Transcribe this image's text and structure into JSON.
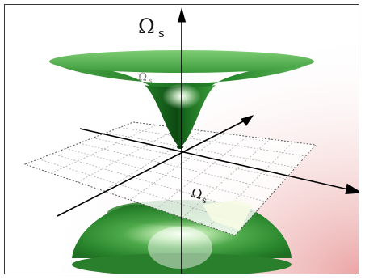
{
  "figure": {
    "axis_label_main": "Ω",
    "axis_label_main_sub": "s",
    "plane_label_main": "Ω",
    "plane_label_sub": "s",
    "shadow_label_main": "Ω",
    "shadow_label_sub": "s",
    "surface_color": "#2e8b2e",
    "surface_color_dark": "#0f4a12",
    "surface_color_light": "#bff0b0",
    "grid_color": "#999999",
    "axis_color": "#000000",
    "corner_glow_color": "#f0b0b0"
  }
}
